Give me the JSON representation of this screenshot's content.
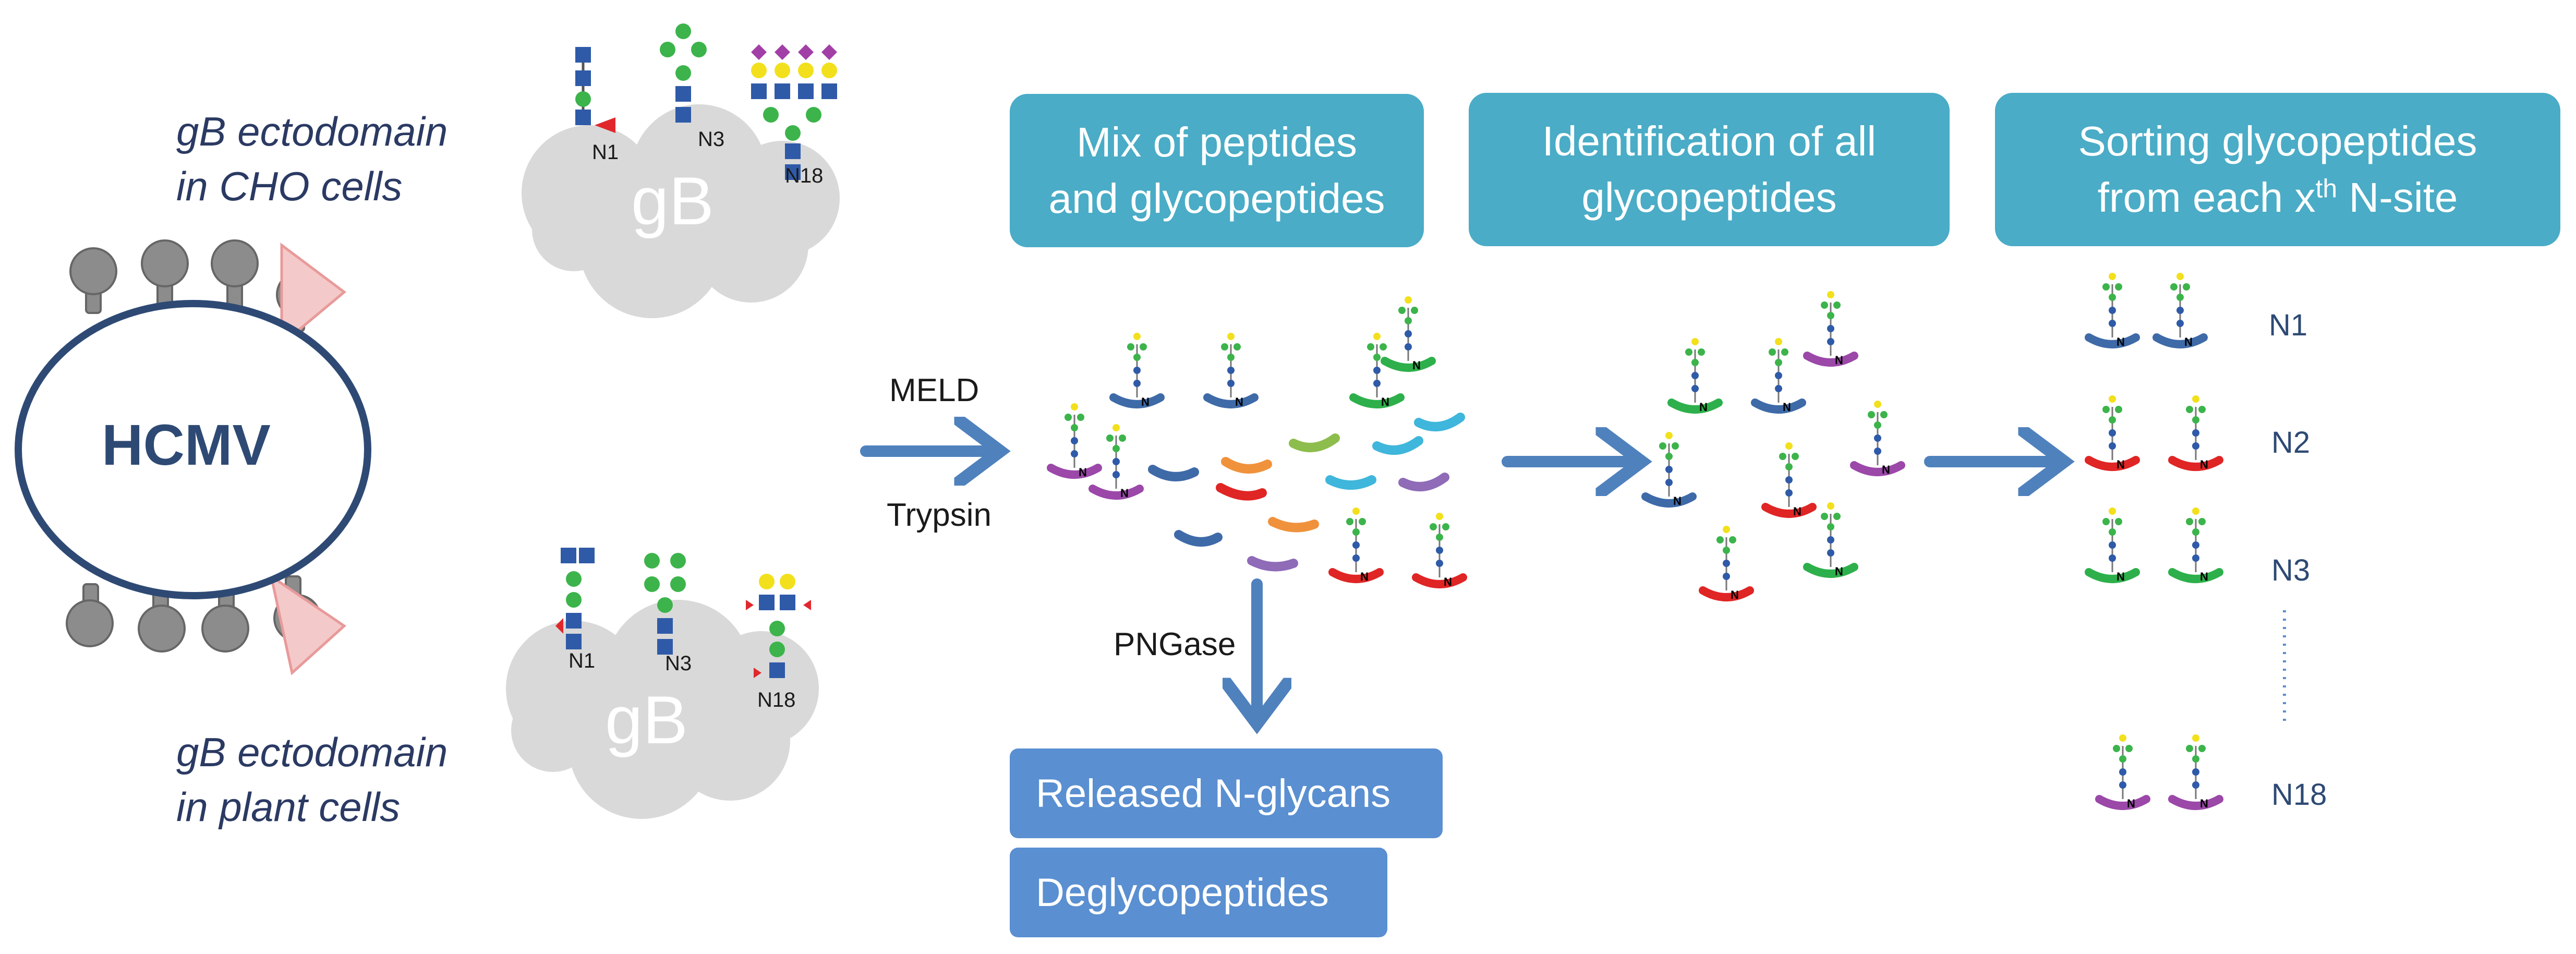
{
  "virus_label": "HCMV",
  "cho_label": [
    "gB ectodomain",
    "in CHO cells"
  ],
  "plant_label": [
    "gB ectodomain",
    "in plant cells"
  ],
  "protein_label": "gB",
  "cho_sites": [
    "N1",
    "N3",
    "N18"
  ],
  "plant_sites": [
    "N1",
    "N3",
    "N18"
  ],
  "digest_labels": {
    "top": "MELD",
    "bottom": "Trypsin"
  },
  "enzyme_label": "PNGase",
  "step_boxes": [
    [
      "Mix of peptides",
      "and glycopeptides"
    ],
    [
      "Identification of all",
      "glycopeptides"
    ],
    [
      "Sorting  glycopeptides",
      "from each x",
      "th",
      " N-site"
    ]
  ],
  "released_boxes": [
    "Released N-glycans",
    "Deglycopeptides"
  ],
  "glyco_mark": "N",
  "sorted_sites": [
    "N1",
    "N2",
    "N3",
    "N18"
  ],
  "colors": {
    "teal": "#4aacc6",
    "box_blue": "#5a8fd1",
    "arrow": "#4f81bd",
    "virus": "#2e4a74",
    "cloud": "#d9d9d9",
    "spike": "#8c8c8c",
    "mannose": "#3cb44b",
    "glcnac": "#2f5aa8",
    "galactose": "#f2e01c",
    "sialic": "#a23fa6",
    "fucose": "#e0282c",
    "pep_red": "#e02525",
    "pep_green": "#2db04b",
    "pep_blue": "#3e6aa8",
    "pep_purple": "#9b48a9",
    "pep_orange": "#f0923c",
    "pep_cyan": "#3fb6db",
    "pep_lime": "#8dbd4c",
    "pep_lavender": "#8f6bb8"
  }
}
